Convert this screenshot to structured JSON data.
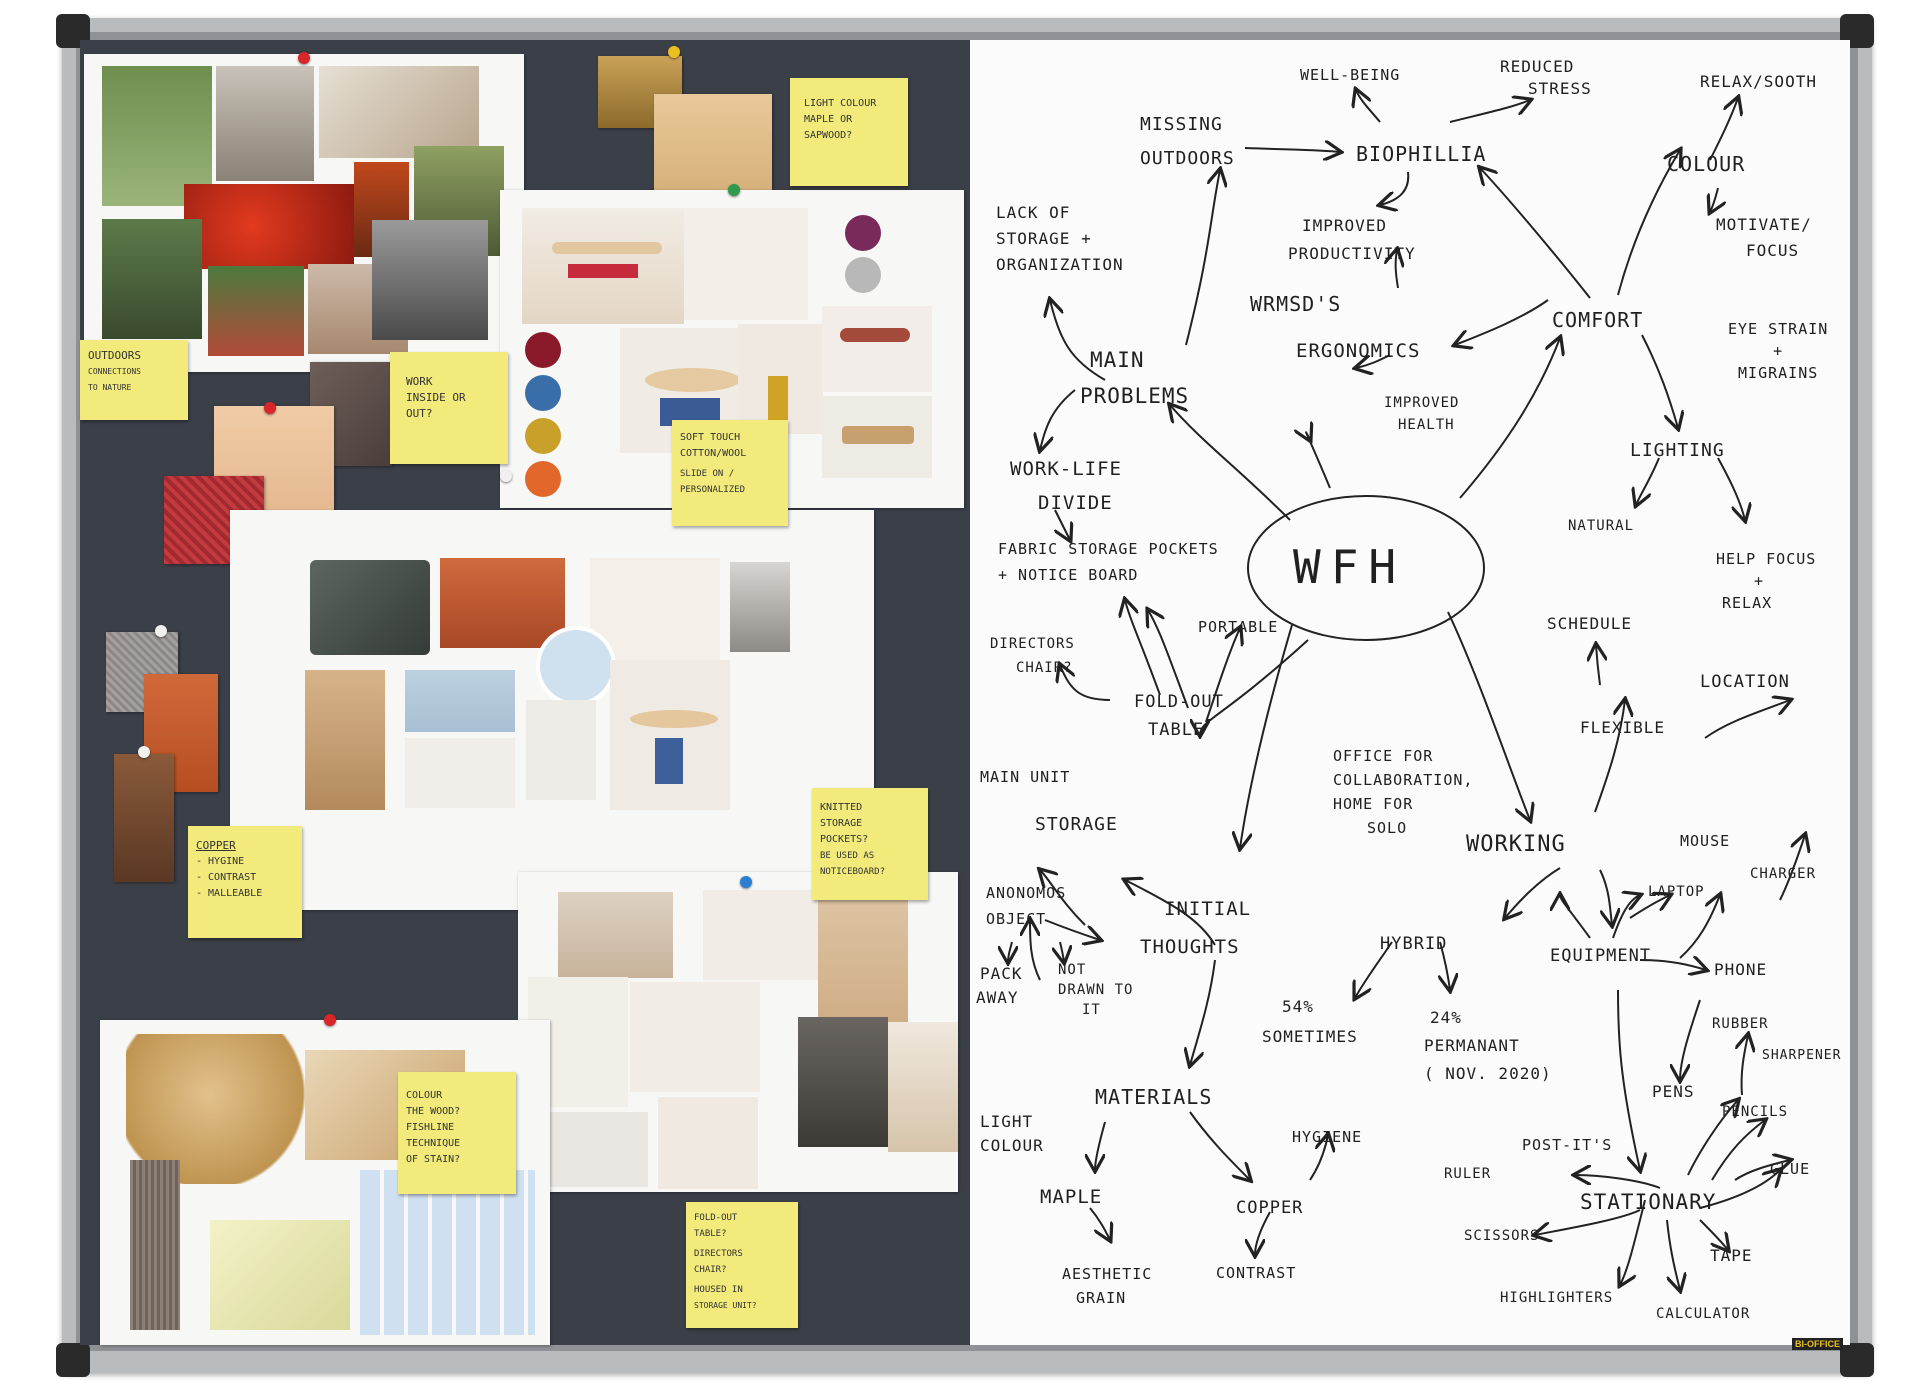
{
  "whiteboard": {
    "brand": "BI-OFFICE",
    "center": "WFH",
    "nodes": {
      "well_being": "WELL-BEING",
      "reduced_stress": [
        "REDUCED",
        "STRESS"
      ],
      "relax_sooth": "RELAX/SOOTH",
      "missing_outdoors": [
        "MISSING",
        "OUTDOORS"
      ],
      "biophillia": "BIOPHILLIA",
      "colour": "COLOUR",
      "motivate_focus": [
        "MOTIVATE/",
        "FOCUS"
      ],
      "lack_storage": [
        "LACK OF",
        "STORAGE +",
        "ORGANIZATION"
      ],
      "improved_productivity": [
        "IMPROVED",
        "PRODUCTIVITY"
      ],
      "wrmsds": "WRMSD'S",
      "ergonomics": "ERGONOMICS",
      "comfort": "COMFORT",
      "eye_strain": [
        "EYE STRAIN",
        "+",
        "MIGRAINS"
      ],
      "main_problems": [
        "MAIN",
        "PROBLEMS"
      ],
      "improved_health": [
        "IMPROVED",
        "HEALTH"
      ],
      "lighting": "LIGHTING",
      "work_life": [
        "WORK-LIFE",
        "DIVIDE"
      ],
      "natural": "NATURAL",
      "help_focus": [
        "HELP FOCUS",
        "+",
        "RELAX"
      ],
      "fabric_storage": [
        "FABRIC STORAGE POCKETS",
        "+ NOTICE BOARD"
      ],
      "schedule": "SCHEDULE",
      "directors_chair": [
        "DIRECTORS",
        "CHAIR?"
      ],
      "portable": "PORTABLE",
      "location": "LOCATION",
      "fold_out_table": [
        "FOLD-OUT",
        "TABLE"
      ],
      "flexible": "FLEXIBLE",
      "office_for": [
        "OFFICE FOR",
        "COLLABORATION,",
        "HOME FOR",
        "SOLO"
      ],
      "main_unit": "MAIN UNIT",
      "storage": "STORAGE",
      "working": "WORKING",
      "mouse": "MOUSE",
      "laptop": "LAPTOP",
      "charger": "CHARGER",
      "anonomos": [
        "ANONOMOS",
        "OBJECT"
      ],
      "initial_thoughts": [
        "INITIAL",
        "THOUGHTS"
      ],
      "hybrid": "HYBRID",
      "equipment": "EQUIPMENT",
      "phone": "PHONE",
      "pack_away": [
        "PACK",
        "AWAY"
      ],
      "not_drawn": [
        "NOT",
        "DRAWN TO",
        "IT"
      ],
      "sometimes": [
        "54%",
        "SOMETIMES"
      ],
      "permanent": [
        "24%",
        "PERMANANT",
        "( NOV. 2020)"
      ],
      "rubber": "RUBBER",
      "sharpener": "SHARPENER",
      "pens": "PENS",
      "pencils": "PENCILS",
      "materials": "MATERIALS",
      "light_colour": [
        "LIGHT",
        "COLOUR"
      ],
      "hygiene": "HYGIENE",
      "post_its": "POST-IT'S",
      "glue": "GLUE",
      "ruler": "RULER",
      "stationary": "STATIONARY",
      "maple": "MAPLE",
      "copper": "COPPER",
      "scissors": "SCISSORS",
      "tape": "TAPE",
      "aesthetic": [
        "AESTHETIC",
        "GRAIN"
      ],
      "contrast": "CONTRAST",
      "highlighters": "HIGHLIGHTERS",
      "calculator": "CALCULATOR"
    }
  },
  "corkboard": {
    "notes": {
      "outdoors": [
        "OUTDOORS",
        "CONNECTIONS",
        "TO NATURE"
      ],
      "work_inside": [
        "WORK",
        "INSIDE OR",
        "OUT?"
      ],
      "light_colour": [
        "LIGHT COLOUR",
        "MAPLE OR",
        "SAPWOOD?"
      ],
      "soft_touch": [
        "SOFT TOUCH",
        "COTTON/WOOL",
        "SLIDE ON /",
        "PERSONALIZED"
      ],
      "copper": [
        "COPPER",
        "- HYGINE",
        "- CONTRAST",
        "- MALLEABLE"
      ],
      "knitted": [
        "KNITTED",
        "STORAGE",
        "POCKETS?",
        "BE USED AS",
        "NOTICEBOARD?"
      ],
      "colour_wood": [
        "COLOUR",
        "THE WOOD?",
        "FISHLINE",
        "TECHNIQUE",
        "OF STAIN?"
      ],
      "fold_out": [
        "FOLD-OUT",
        "TABLE?",
        "DIRECTORS",
        "CHAIR?",
        "HOUSED IN",
        "STORAGE UNIT?"
      ]
    },
    "colors": {
      "cork": "#3b3f47",
      "sticky": "#f2ea7a",
      "palette_purple": "#7a2a5a",
      "palette_blue": "#3a6ea8",
      "palette_mustard": "#c9a02a",
      "palette_orange": "#e2672a",
      "pin_red": "#d8262b",
      "pin_yellow": "#e8c020",
      "pin_green": "#2e9b4a",
      "pin_blue": "#2a7fd0"
    }
  }
}
